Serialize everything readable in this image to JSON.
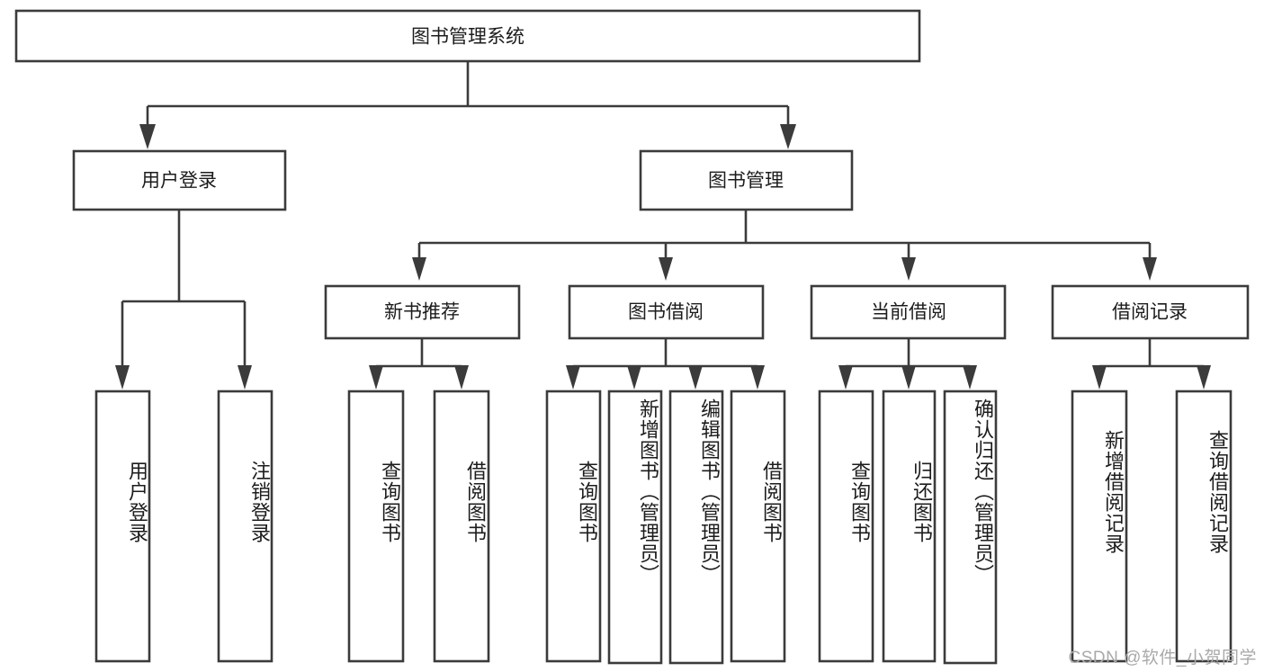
{
  "diagram": {
    "type": "tree-hierarchy",
    "title": "图书管理系统",
    "orientation": "top-down",
    "watermark": "CSDN @软件_小贺同学",
    "root": {
      "id": "root",
      "label": "图书管理系统"
    },
    "level2": [
      {
        "id": "user-login",
        "label": "用户登录"
      },
      {
        "id": "book-manage",
        "label": "图书管理"
      }
    ],
    "level3": [
      {
        "id": "new-book-rec",
        "label": "新书推荐",
        "parent": "book-manage"
      },
      {
        "id": "book-borrow",
        "label": "图书借阅",
        "parent": "book-manage"
      },
      {
        "id": "current-borrow",
        "label": "当前借阅",
        "parent": "book-manage"
      },
      {
        "id": "borrow-record",
        "label": "借阅记录",
        "parent": "book-manage"
      }
    ],
    "leaves": [
      {
        "id": "leaf-user-login",
        "label": "用户登录",
        "parent": "user-login"
      },
      {
        "id": "leaf-user-logout",
        "label": "注销登录",
        "parent": "user-login"
      },
      {
        "id": "leaf-rec-query",
        "label": "查询图书",
        "parent": "new-book-rec"
      },
      {
        "id": "leaf-rec-borrow",
        "label": "借阅图书",
        "parent": "new-book-rec"
      },
      {
        "id": "leaf-borrow-query",
        "label": "查询图书",
        "parent": "book-borrow"
      },
      {
        "id": "leaf-borrow-add",
        "label": "新增图书（管理员）",
        "parent": "book-borrow"
      },
      {
        "id": "leaf-borrow-edit",
        "label": "编辑图书（管理员）",
        "parent": "book-borrow"
      },
      {
        "id": "leaf-borrow-lend",
        "label": "借阅图书",
        "parent": "book-borrow"
      },
      {
        "id": "leaf-cur-query",
        "label": "查询图书",
        "parent": "current-borrow"
      },
      {
        "id": "leaf-cur-return",
        "label": "归还图书",
        "parent": "current-borrow"
      },
      {
        "id": "leaf-cur-confirm",
        "label": "确认归还（管理员）",
        "parent": "current-borrow"
      },
      {
        "id": "leaf-rec-add",
        "label": "新增借阅记录",
        "parent": "borrow-record"
      },
      {
        "id": "leaf-rec-search",
        "label": "查询借阅记录",
        "parent": "borrow-record"
      }
    ],
    "colors": {
      "stroke": "#3b3b3b",
      "fill": "#ffffff",
      "text": "#1c1c1c",
      "watermark": "#a9a9a9",
      "background": "#ffffff"
    }
  }
}
